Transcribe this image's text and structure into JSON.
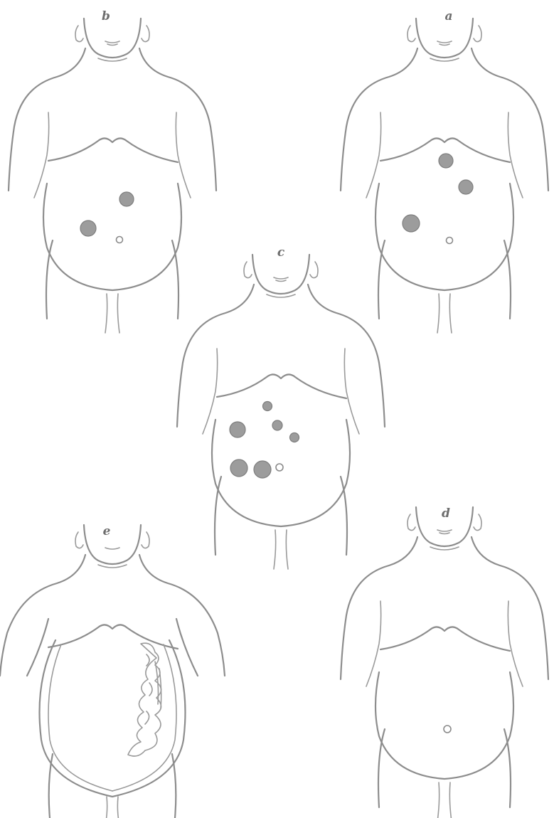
{
  "figures": [
    {
      "label": "b",
      "spots": 2,
      "navel": true
    },
    {
      "label": "a",
      "spots": 3,
      "navel": true
    },
    {
      "label": "c",
      "spots": 6,
      "navel": true
    },
    {
      "label": "e",
      "spots": 0,
      "navel": false,
      "intestines_visible": true
    },
    {
      "label": "d",
      "spots": 0,
      "navel": true
    }
  ],
  "colors": {
    "line": "#8d8d8d",
    "spot": "#9c9c9c",
    "background": "#ffffff"
  }
}
